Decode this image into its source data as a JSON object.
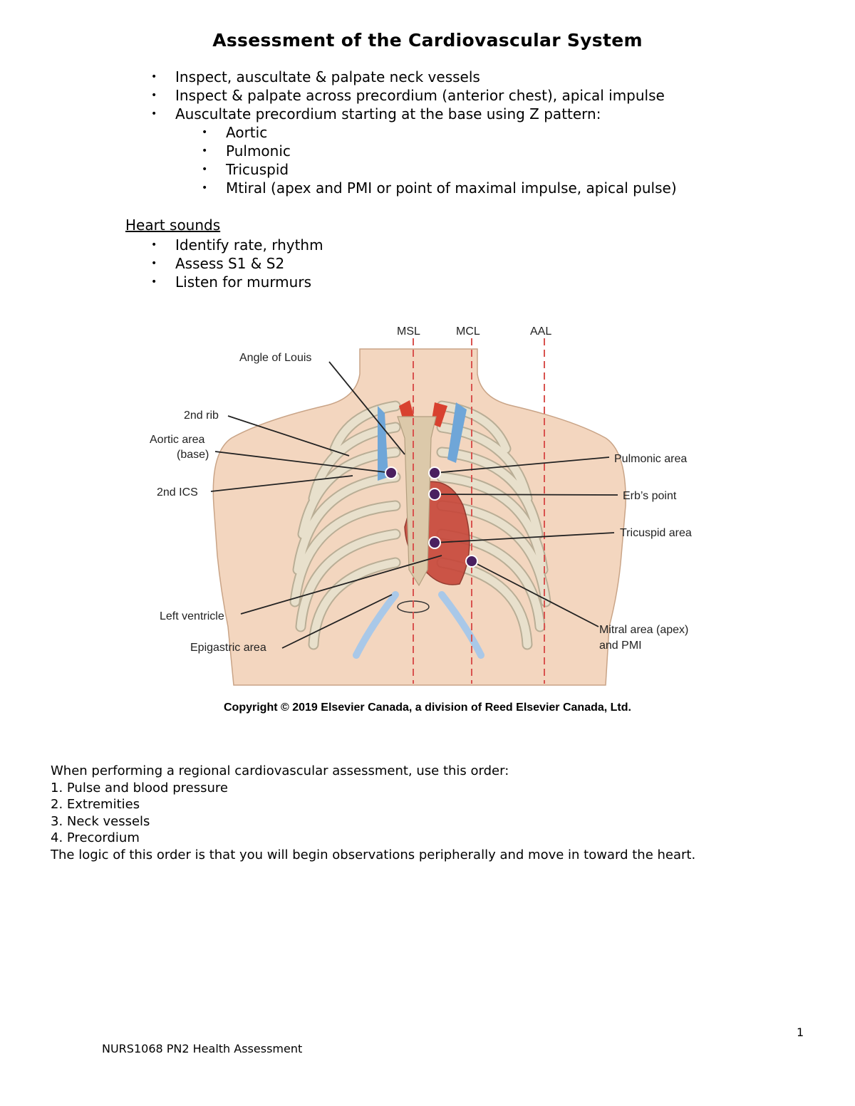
{
  "document": {
    "title": "Assessment of the Cardiovascular System",
    "bullets": [
      "Inspect, auscultate & palpate neck vessels",
      "Inspect & palpate across precordium (anterior chest), apical impulse",
      "Auscultate precordium starting at the base using Z pattern:"
    ],
    "sub_bullets": [
      "Aortic",
      "Pulmonic",
      "Tricuspid",
      "Mtiral (apex and PMI or point of maximal impulse, apical pulse)"
    ],
    "heart_sounds": {
      "heading": "Heart sounds",
      "items": [
        "Identify rate, rhythm",
        "Assess S1 & S2",
        "Listen for murmurs"
      ]
    },
    "bullet_glyph": "•"
  },
  "figure": {
    "labels": {
      "msl": "MSL",
      "mcl": "MCL",
      "aal": "AAL",
      "angle_of_louis": "Angle of Louis",
      "second_rib": "2nd rib",
      "aortic_area": "Aortic area",
      "aortic_base": "(base)",
      "second_ics": "2nd ICS",
      "left_ventricle": "Left ventricle",
      "epigastric_area": "Epigastric area",
      "pulmonic_area": "Pulmonic area",
      "erbs_point": "Erb’s point",
      "tricuspid_area": "Tricuspid area",
      "mitral_area": "Mitral area (apex)",
      "mitral_pmi": "and PMI"
    },
    "colors": {
      "skin": "#f3d6bf",
      "bone": "#e8e0cc",
      "vein": "#6fa6d8",
      "artery": "#d8412f",
      "dot": "#4b2060",
      "reference_line": "#d9534f"
    },
    "copyright": "Copyright © 2019 Elsevier Canada, a division of Reed Elsevier Canada, Ltd."
  },
  "assessment_order": {
    "intro": "When performing a regional cardiovascular assessment, use this order:",
    "steps": [
      "1. Pulse and blood pressure",
      "2. Extremities",
      "3. Neck vessels",
      "4. Precordium"
    ],
    "logic": "The logic of this order is that you will begin observations peripherally and move in toward the heart."
  },
  "footer": {
    "page_number": "1",
    "course": "NURS1068 PN2 Health Assessment"
  }
}
